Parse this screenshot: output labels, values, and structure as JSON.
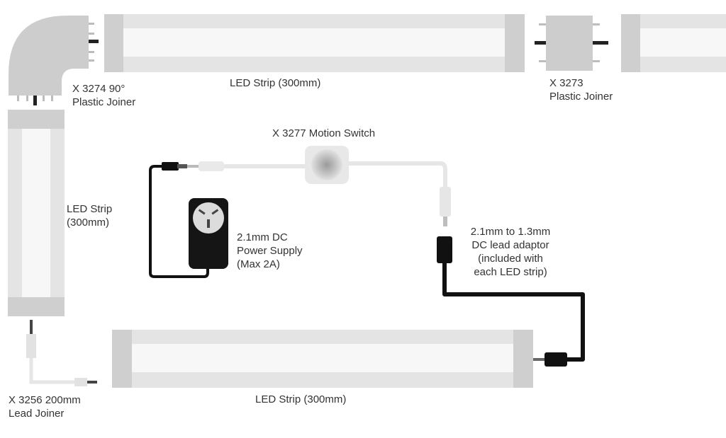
{
  "labels": {
    "joiner_90": [
      "X 3274 90°",
      "Plastic Joiner"
    ],
    "strip_top": "LED Strip (300mm)",
    "joiner_3273": [
      "X 3273",
      "Plastic Joiner"
    ],
    "motion_switch": "X 3277 Motion Switch",
    "strip_left": [
      "LED Strip",
      "(300mm)"
    ],
    "power_supply": [
      "2.1mm DC",
      "Power Supply",
      "(Max 2A)"
    ],
    "lead_adaptor": [
      "2.1mm to 1.3mm",
      "DC lead adaptor",
      "(included with",
      "each LED strip)"
    ],
    "lead_joiner": [
      "X 3256 200mm",
      "Lead Joiner"
    ],
    "strip_bottom": "LED Strip (300mm)"
  },
  "colors": {
    "strip_cap": "#cfcfcf",
    "strip_body": "#e4e4e4",
    "strip_inner": "#f7f7f7",
    "cable_white": "#ececec",
    "cable_black": "#111111",
    "text": "#333333"
  }
}
